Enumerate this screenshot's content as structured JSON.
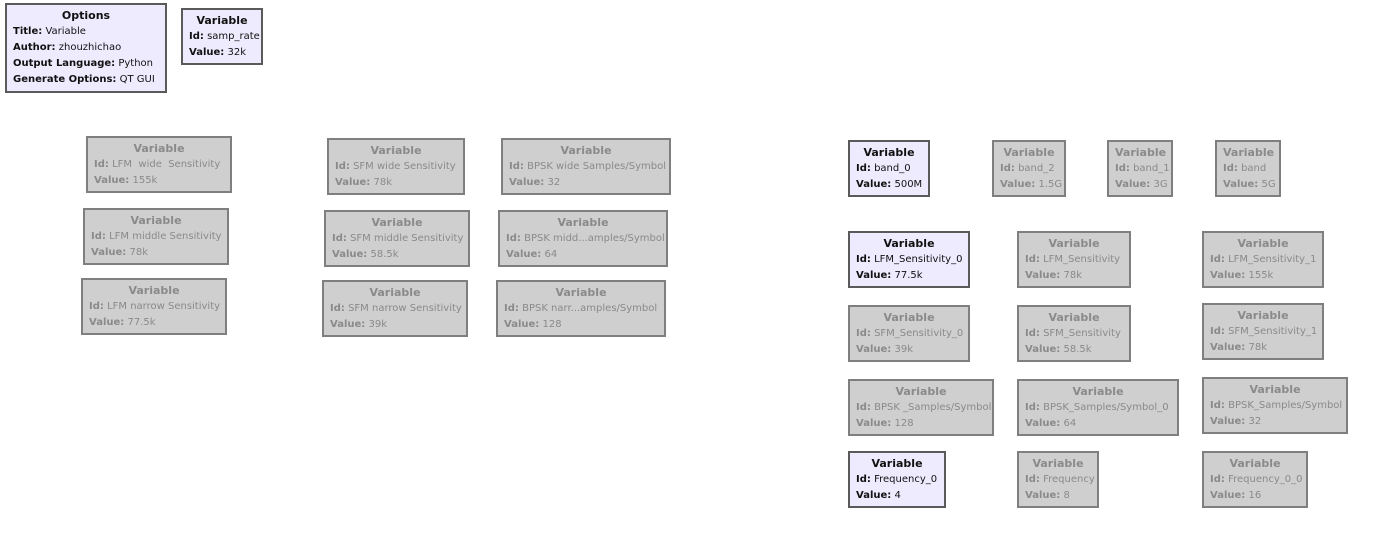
{
  "field_labels": {
    "title": "Title:",
    "author": "Author:",
    "output_language": "Output Language:",
    "generate_options": "Generate Options:",
    "id": "Id:",
    "value": "Value:"
  },
  "options": {
    "header": "Options",
    "title": "Variable",
    "author": "zhouzhichao",
    "output_language": "Python",
    "generate_options": "QT GUI"
  },
  "variables": {
    "samp_rate": {
      "header": "Variable",
      "id": "samp_rate",
      "value": "32k"
    },
    "lfm_wide": {
      "header": "Variable",
      "id": "LFM  wide  Sensitivity",
      "value": "155k"
    },
    "lfm_middle": {
      "header": "Variable",
      "id": "LFM middle Sensitivity",
      "value": "78k"
    },
    "lfm_narrow": {
      "header": "Variable",
      "id": "LFM narrow Sensitivity",
      "value": "77.5k"
    },
    "sfm_wide": {
      "header": "Variable",
      "id": "SFM wide Sensitivity",
      "value": "78k"
    },
    "sfm_middle": {
      "header": "Variable",
      "id": "SFM middle Sensitivity",
      "value": "58.5k"
    },
    "sfm_narrow": {
      "header": "Variable",
      "id": "SFM narrow Sensitivity",
      "value": "39k"
    },
    "bpsk_wide": {
      "header": "Variable",
      "id": "BPSK wide Samples/Symbol",
      "value": "32"
    },
    "bpsk_middle": {
      "header": "Variable",
      "id": "BPSK midd...amples/Symbol",
      "value": "64"
    },
    "bpsk_narrow": {
      "header": "Variable",
      "id": "BPSK narr...amples/Symbol",
      "value": "128"
    },
    "band_0": {
      "header": "Variable",
      "id": "band_0",
      "value": "500M"
    },
    "band_2": {
      "header": "Variable",
      "id": "band_2",
      "value": "1.5G"
    },
    "band_1": {
      "header": "Variable",
      "id": "band_1",
      "value": "3G"
    },
    "band": {
      "header": "Variable",
      "id": "band",
      "value": "5G"
    },
    "lfm_s0": {
      "header": "Variable",
      "id": "LFM_Sensitivity_0",
      "value": "77.5k"
    },
    "lfm_s": {
      "header": "Variable",
      "id": "LFM_Sensitivity",
      "value": "78k"
    },
    "lfm_s1": {
      "header": "Variable",
      "id": "LFM_Sensitivity_1",
      "value": "155k"
    },
    "sfm_s0": {
      "header": "Variable",
      "id": "SFM_Sensitivity_0",
      "value": "39k"
    },
    "sfm_s": {
      "header": "Variable",
      "id": "SFM_Sensitivity",
      "value": "58.5k"
    },
    "sfm_s1": {
      "header": "Variable",
      "id": "SFM_Sensitivity_1",
      "value": "78k"
    },
    "bpsk_sps_a": {
      "header": "Variable",
      "id": "BPSK _Samples/Symbol",
      "value": "128"
    },
    "bpsk_sps_0": {
      "header": "Variable",
      "id": "BPSK_Samples/Symbol_0",
      "value": "64"
    },
    "bpsk_sps": {
      "header": "Variable",
      "id": "BPSK_Samples/Symbol",
      "value": "32"
    },
    "freq_0": {
      "header": "Variable",
      "id": "Frequency_0",
      "value": "4"
    },
    "freq": {
      "header": "Variable",
      "id": "Frequency",
      "value": "8"
    },
    "freq_0_0": {
      "header": "Variable",
      "id": "Frequency_0_0",
      "value": "16"
    }
  }
}
